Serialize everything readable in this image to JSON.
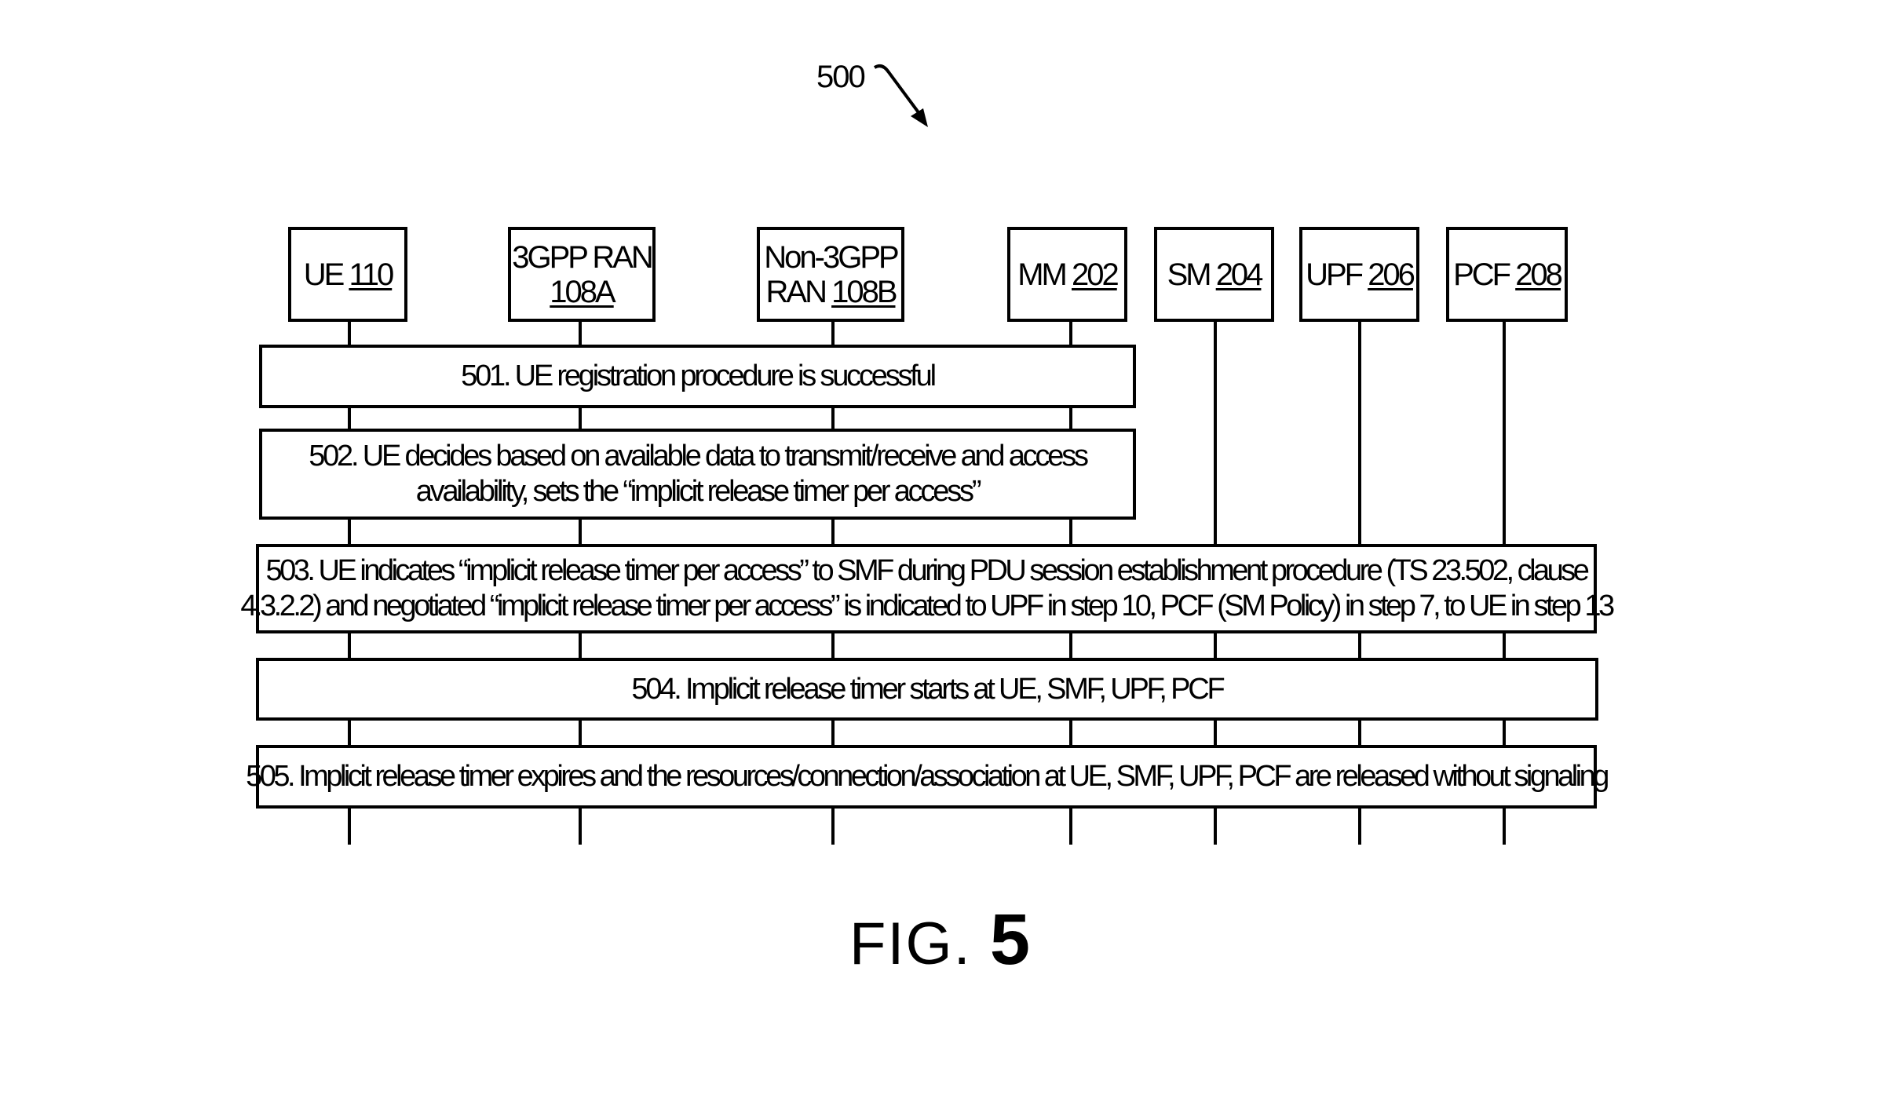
{
  "figure": {
    "number": "500",
    "caption_prefix": "FIG.",
    "caption_number": "5"
  },
  "entities": [
    {
      "label": "UE",
      "ref": "110"
    },
    {
      "label": "3GPP RAN",
      "ref": "108A"
    },
    {
      "label": "Non-3GPP",
      "label2": "RAN",
      "ref": "108B"
    },
    {
      "label": "MM",
      "ref": "202"
    },
    {
      "label": "SM",
      "ref": "204"
    },
    {
      "label": "UPF",
      "ref": "206"
    },
    {
      "label": "PCF",
      "ref": "208"
    }
  ],
  "steps": [
    {
      "lines": [
        "501. UE registration procedure is successful"
      ]
    },
    {
      "lines": [
        "502. UE decides based on available data to transmit/receive and access",
        "availability, sets the “implicit release timer per access”"
      ]
    },
    {
      "lines": [
        "503. UE indicates “implicit release timer per access” to SMF during PDU session establishment procedure (TS 23.502, clause",
        "4.3.2.2) and negotiated “implicit release timer per access” is indicated to UPF in step 10, PCF (SM Policy) in step 7, to UE in step 13"
      ]
    },
    {
      "lines": [
        "504. Implicit release timer starts at UE, SMF, UPF, PCF"
      ]
    },
    {
      "lines": [
        "505. Implicit release timer expires and the resources/connection/association at UE, SMF, UPF, PCF are released without signaling"
      ]
    }
  ]
}
